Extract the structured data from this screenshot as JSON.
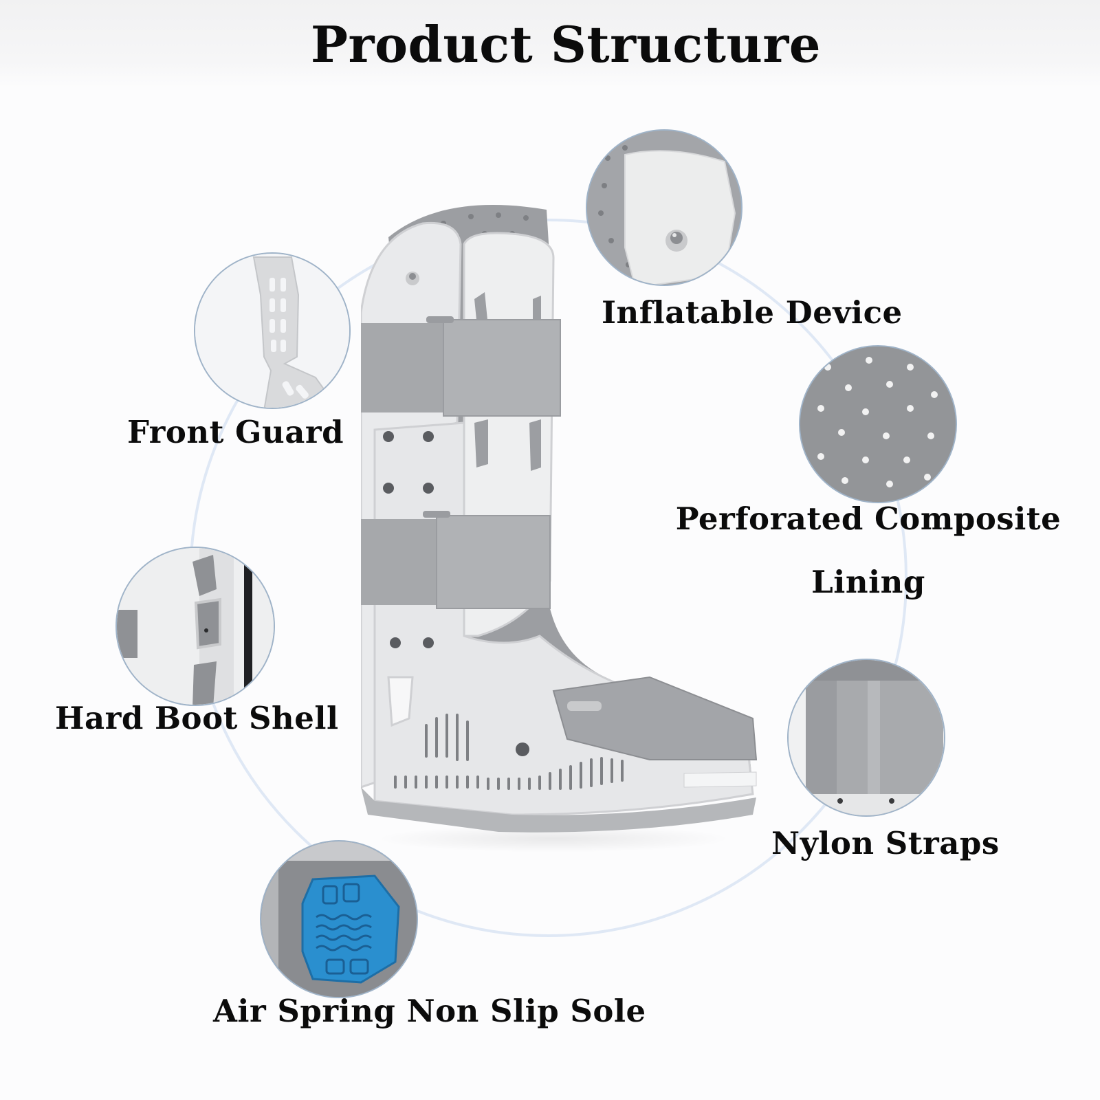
{
  "title": "Product Structure",
  "labels": {
    "front_guard": "Front Guard",
    "inflatable_device": "Inflatable Device",
    "perforated_line1": "Perforated Composite",
    "perforated_line2": "Lining",
    "hard_boot_shell": "Hard Boot Shell",
    "nylon_straps": "Nylon Straps",
    "sole": "Air Spring Non Slip Sole"
  },
  "colors": {
    "text": "#0b0b0b",
    "ring": "#dfe8f5",
    "shell": "#e9eaec",
    "padding_gray": "#9c9ea2",
    "strap_gray": "#a6a8ab",
    "sole_blue": "#2a8fcf"
  },
  "icons": {
    "front_guard": "front-guard-icon",
    "inflatable_device": "valve-icon",
    "perforated_lining": "perforated-fabric-icon",
    "hard_boot_shell": "shell-detail-icon",
    "nylon_straps": "strap-icon",
    "sole": "sole-pad-icon"
  }
}
